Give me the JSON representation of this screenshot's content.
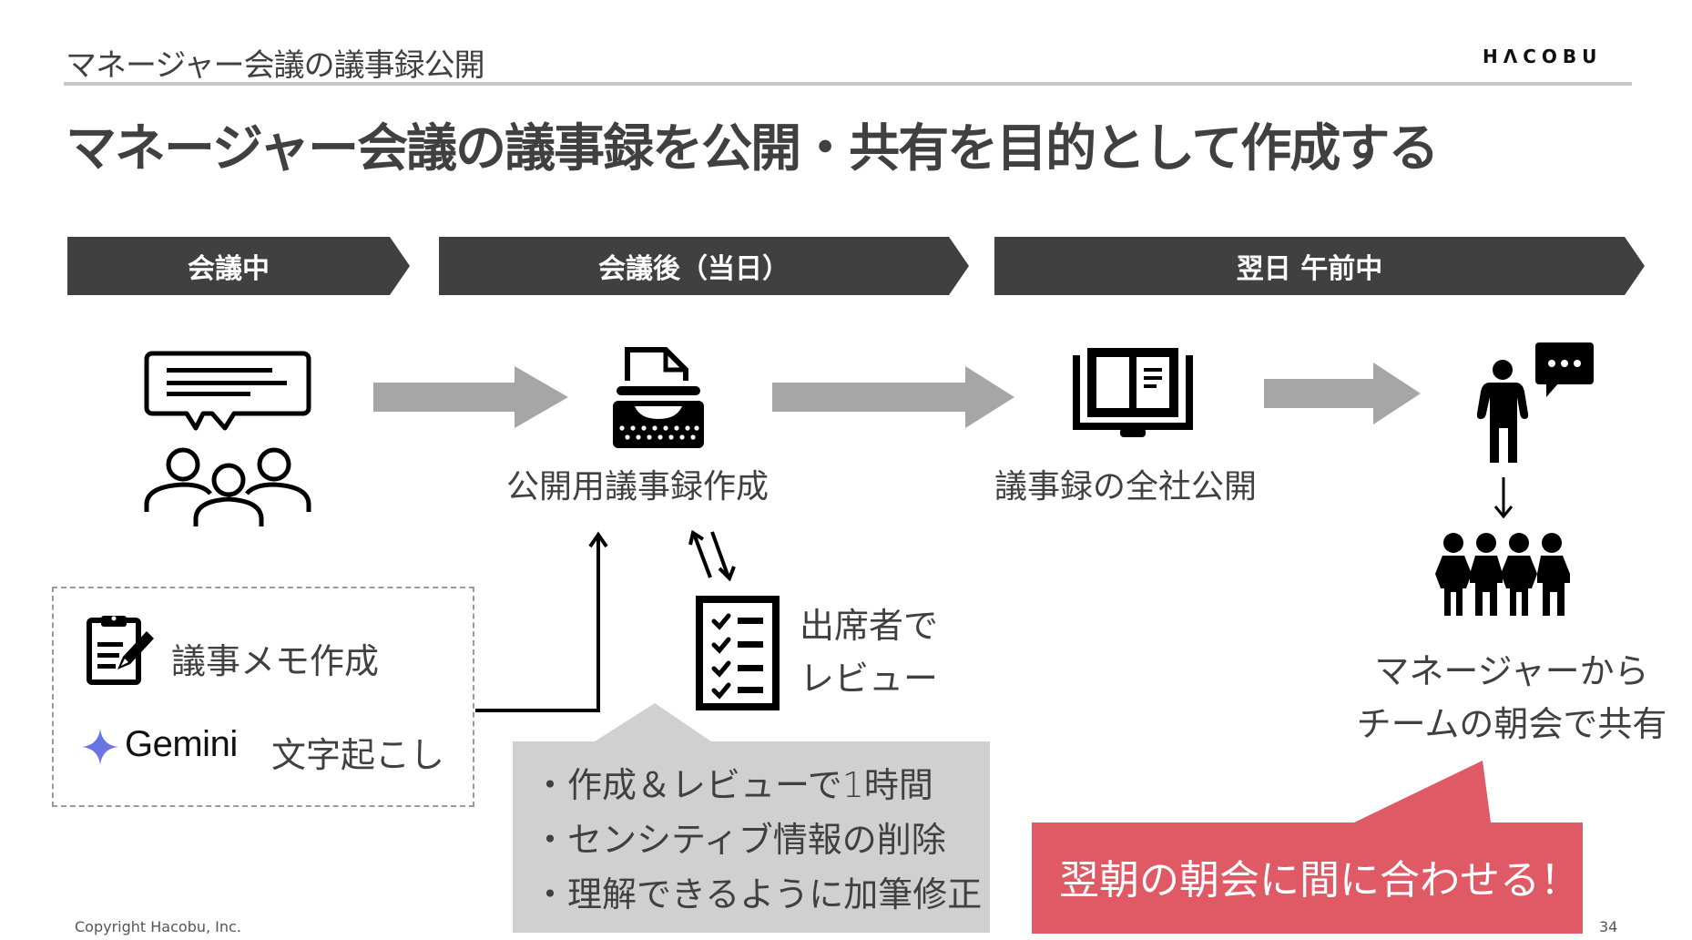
{
  "header": {
    "section_label": "マネージャー会議の議事録公開",
    "logo_text": "HΛCOBU"
  },
  "title": "マネージャー会議の議事録を公開・共有を目的として作成する",
  "phases": [
    {
      "label": "会議中"
    },
    {
      "label": "会議後（当日）"
    },
    {
      "label": "翌日 午前中"
    }
  ],
  "steps": {
    "create_public_minutes": "公開用議事録作成",
    "publish_company_wide": "議事録の全社公開",
    "share_line1": "マネージャーから",
    "share_line2": "チームの朝会で共有"
  },
  "input_box": {
    "memo_label": "議事メモ作成",
    "gemini_brand": "Gemini",
    "transcribe_label": "文字起こし"
  },
  "review": {
    "line1": "出席者で",
    "line2": "レビュー"
  },
  "notes_callout": {
    "items": [
      "・作成＆レビューで1時間",
      "・センシティブ情報の削除",
      "・理解できるように加筆修正"
    ]
  },
  "highlight_callout": {
    "text": "翌朝の朝会に間に合わせる！"
  },
  "footer": {
    "copyright": "Copyright Hacobu, Inc.",
    "page_number": "34"
  },
  "colors": {
    "dark_gray": "#404040",
    "arrow_gray": "#a6a6a6",
    "callout_gray": "#d0d0d0",
    "accent_red": "#e05a66",
    "gemini_blue": "#4a7be8"
  }
}
